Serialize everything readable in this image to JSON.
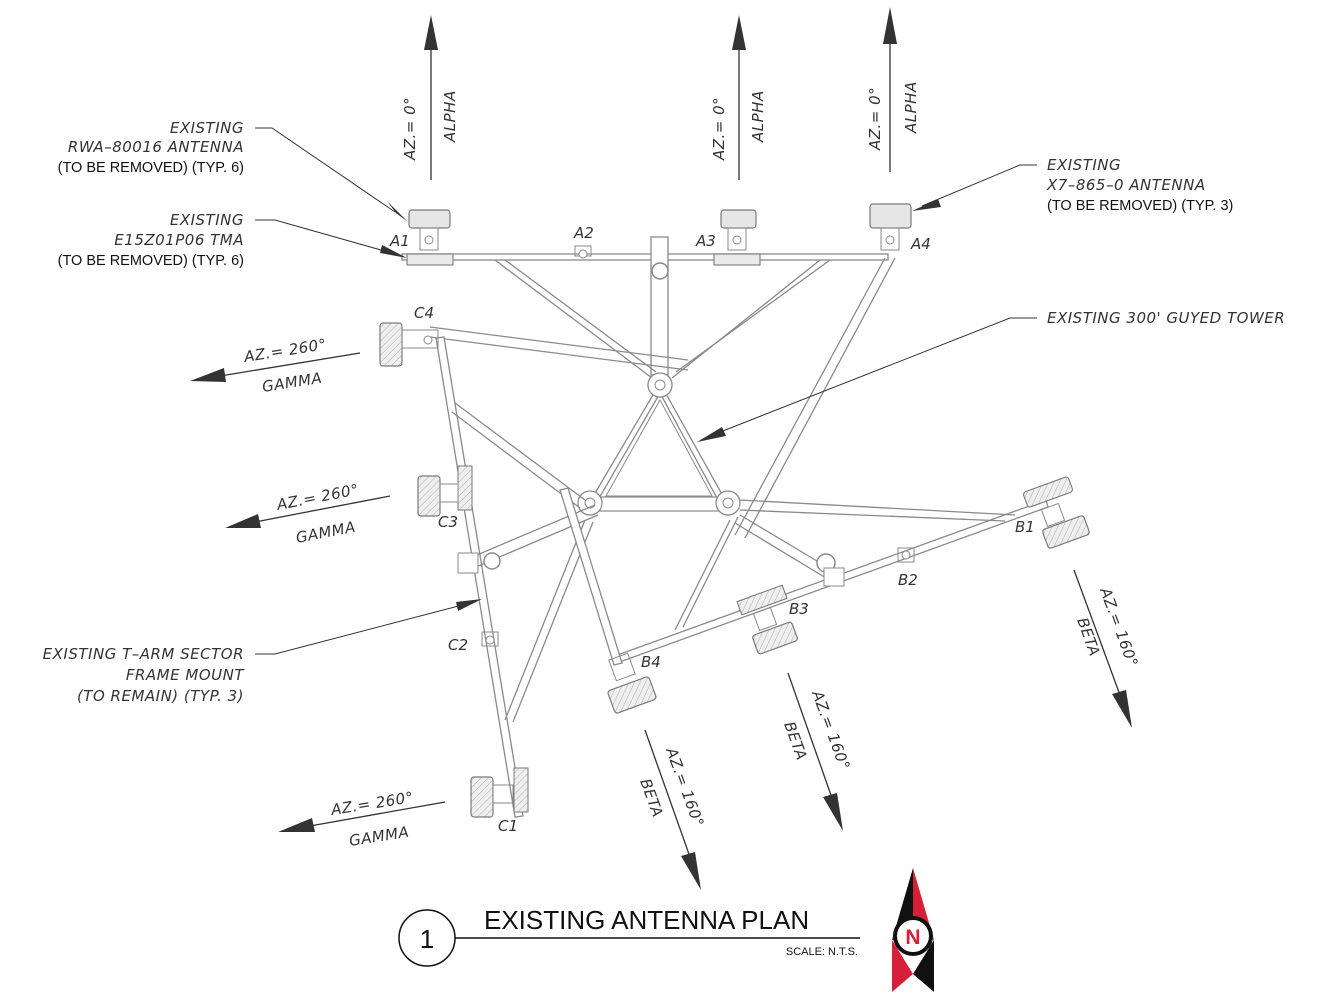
{
  "callouts": {
    "rwa_line1": "EXISTING",
    "rwa_line2": "RWA–80016 ANTENNA",
    "rwa_line3": "(TO BE REMOVED) (TYP. 6)",
    "tma_line1": "EXISTING",
    "tma_line2": "E15Z01P06 TMA",
    "tma_line3": "(TO BE REMOVED) (TYP. 6)",
    "x7_line1": "EXISTING",
    "x7_line2": "X7–865–0 ANTENNA",
    "x7_line3": "(TO BE REMOVED) (TYP. 3)",
    "tower": "EXISTING 300' GUYED TOWER",
    "tarm_line1": "EXISTING T–ARM SECTOR",
    "tarm_line2": "FRAME MOUNT",
    "tarm_line3": "(TO REMAIN) (TYP. 3)"
  },
  "azimuths": {
    "alpha_az": "AZ.= 0°",
    "alpha_name": "ALPHA",
    "gamma_az": "AZ.= 260°",
    "gamma_name": "GAMMA",
    "beta_az": "AZ.= 160°",
    "beta_name": "BETA"
  },
  "positions": {
    "A1": "A1",
    "A2": "A2",
    "A3": "A3",
    "A4": "A4",
    "B1": "B1",
    "B2": "B2",
    "B3": "B3",
    "B4": "B4",
    "C1": "C1",
    "C2": "C2",
    "C3": "C3",
    "C4": "C4"
  },
  "title_block": {
    "detail_number": "1",
    "title": "EXISTING ANTENNA PLAN",
    "scale": "SCALE: N.T.S."
  },
  "north_arrow": {
    "letter": "N",
    "colors": {
      "red": "#d6203a",
      "black": "#111111"
    }
  }
}
